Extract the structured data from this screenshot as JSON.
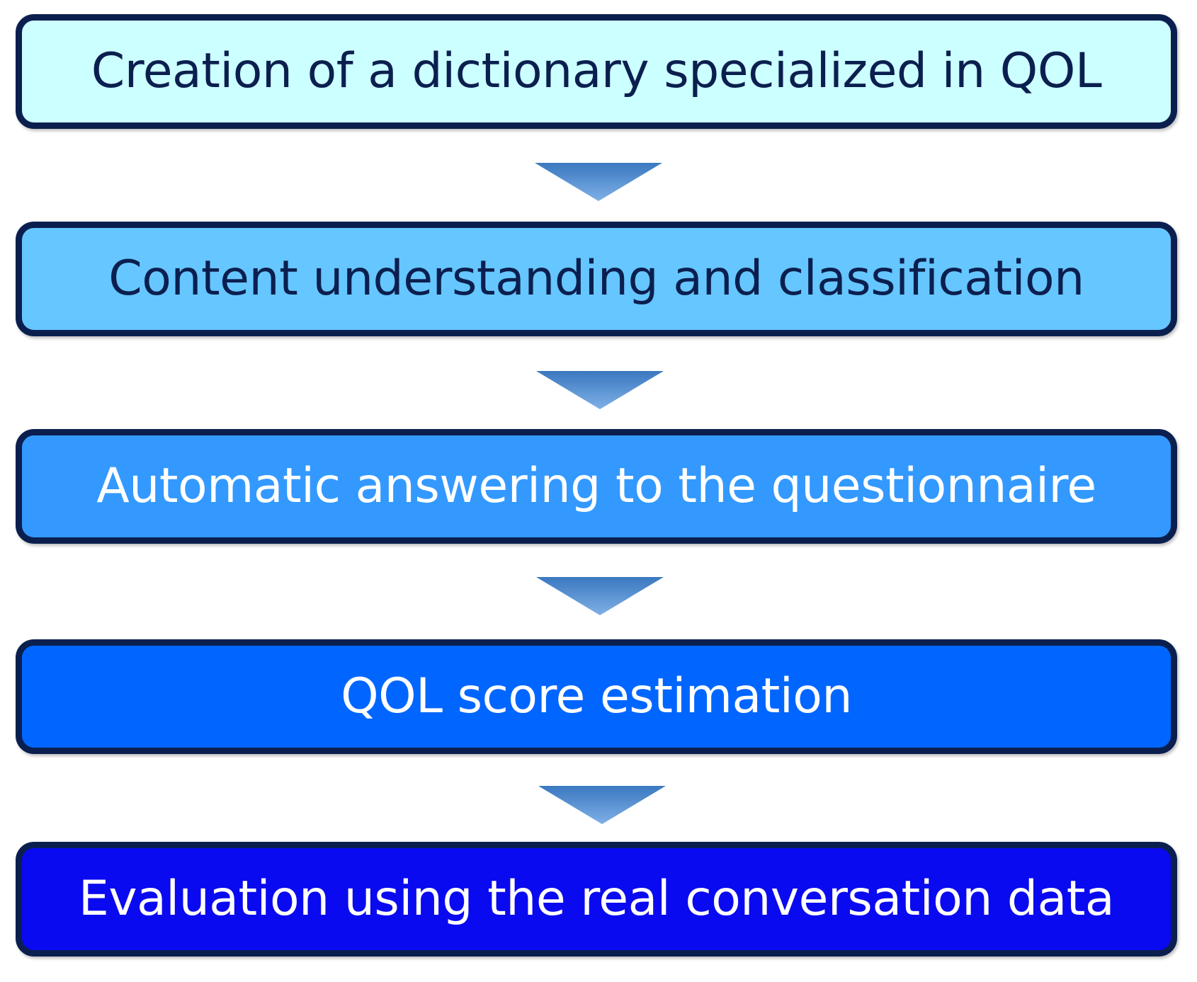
{
  "steps": [
    {
      "label": "Creation of a dictionary specialized in QOL",
      "fill": "#ccffff",
      "text_color": "#0b1f4f"
    },
    {
      "label": "Content understanding and classification",
      "fill": "#66c6ff",
      "text_color": "#0b1f4f"
    },
    {
      "label": "Automatic answering to the questionnaire",
      "fill": "#3399ff",
      "text_color": "#ffffff"
    },
    {
      "label": "QOL score estimation",
      "fill": "#0066ff",
      "text_color": "#ffffff"
    },
    {
      "label": "Evaluation using the real conversation data",
      "fill": "#0a0af0",
      "text_color": "#ffffff"
    }
  ],
  "colors": {
    "border": "#0b1f4f",
    "arrow_top": "#3a78c0",
    "arrow_bottom": "#7fb0e6"
  }
}
